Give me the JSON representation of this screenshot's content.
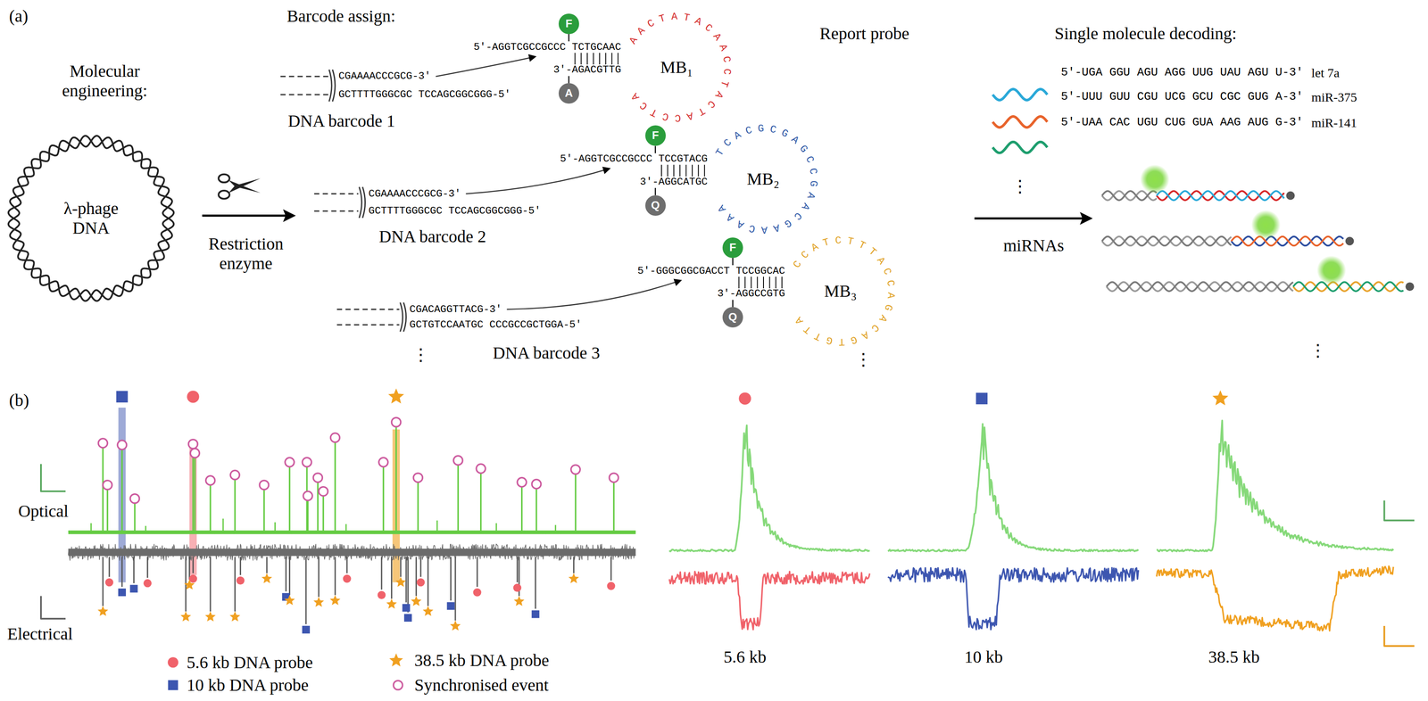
{
  "diagram": {
    "nodes": [
      {
        "text": [
          "λ-phage DNA"
        ]
      },
      {
        "text": [
          "F"
        ]
      },
      {
        "text": [
          "MB₁"
        ]
      },
      {
        "text": [
          "A"
        ]
      },
      {
        "text": [
          "F"
        ]
      },
      {
        "text": [
          "MB₂"
        ]
      },
      {
        "text": [
          "Q"
        ]
      },
      {
        "text": [
          "F"
        ]
      },
      {
        "text": [
          "MB₃"
        ]
      },
      {
        "text": [
          "Q"
        ]
      }
    ],
    "labels": [
      "(a)",
      "Molecular engineering:",
      "Restriction enzyme",
      "Barcode assign:",
      "Report probe",
      "Single molecule decoding:",
      "CGAAAACCCGCG-3′",
      "GCTTTTGGGCGC TCCAGCGGCGGG-5′",
      "DNA barcode 1",
      "CGAAAACCCGCG-3′",
      "GCTTTTGGGCGC TCCAGCGGCGGG-5′",
      "DNA barcode 2",
      "CGACAGGTTACG-3′",
      "GCTGTCCAATGC CCCGCCGCTGGA-5′",
      "DNA barcode 3",
      "5′-AGGTCGCCGCCC TCTGCAAC",
      "3′-AGACGTTG",
      "AACTATACAACCTACTACCTCA",
      "5′-AGGTCGCCGCCC TCCGTACG",
      "3′-AGGCATGC",
      "TCACGCGAGCCGAACGAACAAA",
      "5′-GGGCGGCGACCT TCCGGCAC",
      "3′-AGGCCGTG",
      "CCATCTTTACCAGACAGTGTTA",
      "5′-UGA GGU AGU AGG UUG UAU AGU U-3′",
      "let 7a",
      "5′-UUU GUU CGU UCG GCU CGC GUG A-3′",
      "miR-375",
      "5′-UAA CAC UGU CUG GUA AAG AUG G-3′",
      "miR-141",
      "⋮",
      "miRNAs",
      "⋮",
      "⋮",
      "⋮",
      "(b)",
      "Optical",
      "Electrical",
      "5.6 kb",
      "10 kb",
      "38.5 kb"
    ],
    "legend": [
      {
        "text": "5.6 kb DNA probe",
        "color": "#f0626a"
      },
      {
        "text": "38.5 kb DNA probe",
        "color": "#f0a020"
      },
      {
        "text": "10 kb DNA probe",
        "color": "#3d56b0"
      },
      {
        "text": "Synchronised event"
      }
    ]
  }
}
